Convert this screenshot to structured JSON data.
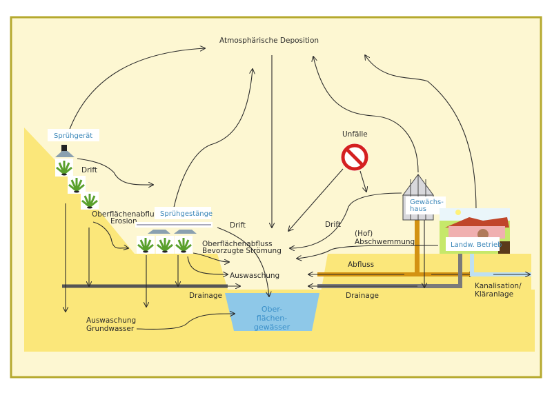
{
  "title": "Atmosphärische Deposition",
  "colors": {
    "frame_border": "#b5a92e",
    "background_light": "#fdf7d2",
    "soil": "#fbe77a",
    "water": "#8ec8e8",
    "runoff_pipe": "#d39212",
    "drainage_pipe": "#7a7a7a",
    "sewer_pipe": "#bfe0f2",
    "accident_red": "#d42020",
    "label_blue": "#3a86b8"
  },
  "sources": {
    "sprayer": "Sprühgerät",
    "boom_sprayer": "Sprühgestänge",
    "greenhouse": "Gewächs-\nhaus",
    "greenhouse_line1": "Gewächs-",
    "greenhouse_line2": "haus",
    "farm": "Landw. Betrieb",
    "accidents": "Unfälle"
  },
  "labels": {
    "drift_left": "Drift",
    "runoff_erosion_1": "Oberflächenabfluss",
    "runoff_erosion_2": "Erosion",
    "drift_center": "Drift",
    "runoff_preferential_1": "Oberflächenabfluss",
    "runoff_preferential_2": "Bevorzugte Strömung",
    "leaching": "Auswaschung",
    "drainage_left": "Drainage",
    "groundwater_1": "Auswaschung",
    "groundwater_2": "Grundwasser",
    "surface_water_1": "Ober-",
    "surface_water_2": "flächen-",
    "surface_water_3": "gewässer",
    "drift_right": "Drift",
    "farm_runoff_1": "(Hof)",
    "farm_runoff_2": "Abschwemmung",
    "outflow": "Abfluss",
    "drainage_right": "Drainage",
    "sewer_1": "Kanalisation/",
    "sewer_2": "Kläranlage"
  },
  "icons": {
    "sprayer": "sprayer-nozzle-icon",
    "plant": "plant-icon",
    "boom": "boom-sprayer-icon",
    "accident": "prohibition-sign-icon",
    "greenhouse": "greenhouse-icon",
    "farm": "farm-building-icon"
  }
}
